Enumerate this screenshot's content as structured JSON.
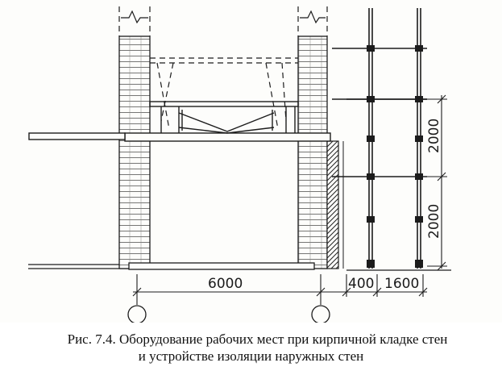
{
  "figure": {
    "caption_line_1": "Рис. 7.4. Оборудование рабочих мест при кирпичной кладке стен",
    "caption_line_2": "и устройстве изоляции наружных стен"
  },
  "dimensions": {
    "wall_span": "6000",
    "insulation_gap": "400",
    "scaffold_width": "1600",
    "tier_height_upper": "2000",
    "tier_height_lower": "2000"
  },
  "colors": {
    "ink": "#1c1c1c",
    "paper": "#fdfdfb"
  }
}
